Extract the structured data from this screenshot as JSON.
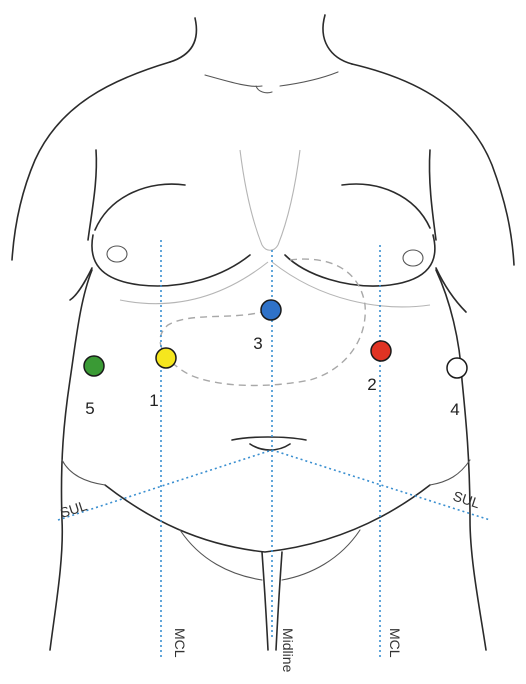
{
  "colors": {
    "guide_line": "#3a8fd0",
    "port_stroke": "#1a1a1a"
  },
  "guides": {
    "mcl_right_label": "MCL",
    "midline_label": "Midline",
    "mcl_left_label": "MCL",
    "sul_left_label": "SUL",
    "sul_right_label": "SUL"
  },
  "ports": [
    {
      "number": "1",
      "color": "#f5e61e"
    },
    {
      "number": "2",
      "color": "#e03323"
    },
    {
      "number": "3",
      "color": "#2f72c8"
    },
    {
      "number": "4",
      "color": "#ffffff"
    },
    {
      "number": "5",
      "color": "#3a9a35"
    }
  ]
}
